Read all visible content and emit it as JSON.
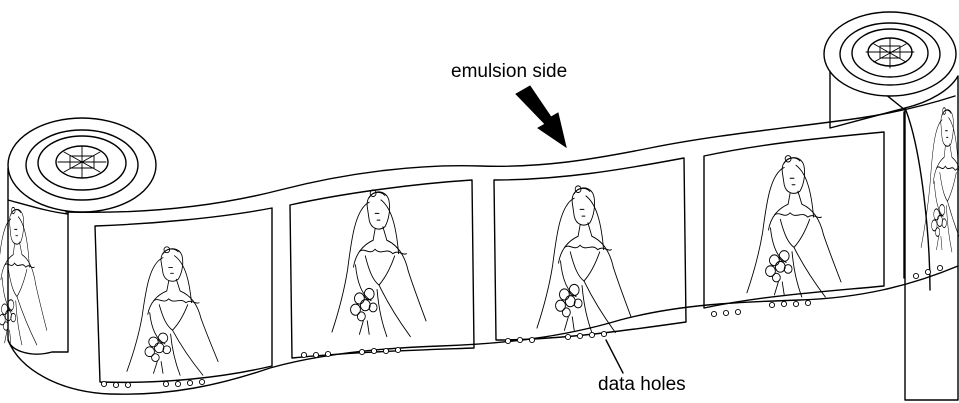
{
  "labels": {
    "emulsion_side": "emulsion side",
    "data_holes": "data holes"
  },
  "icons": {
    "arrow": "downward-pointing-arrow-icon",
    "frame": "bride-portrait-frame"
  },
  "colors": {
    "ink": "#000000",
    "background": "#ffffff"
  }
}
